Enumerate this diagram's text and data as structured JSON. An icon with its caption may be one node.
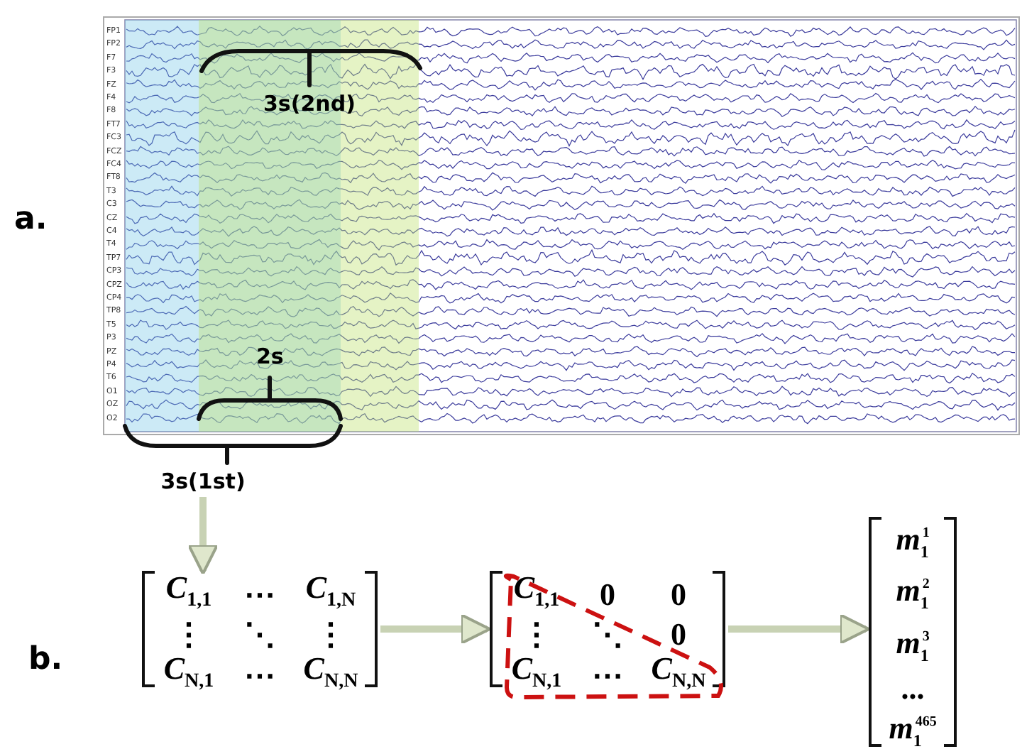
{
  "diagram": {
    "nodes": [
      {
        "text": [
          "3s(1st)"
        ]
      },
      {
        "text": [
          "*C*$_{1,1}$",
          "⋯",
          "*C*$_{1,N}$",
          "⋮",
          "⋱",
          "⋮",
          "*C*$_{N,1}$",
          "⋯",
          "*C*$_{N,N}$"
        ]
      },
      {
        "text": [
          "*C*$_{1,1}$",
          "0",
          "0",
          "⋮",
          "⋱",
          "0",
          "*C*$_{N,1}$",
          "⋯",
          "*C*$_{N,N}$"
        ]
      },
      {
        "text": [
          "*m*$_{1}$$^{1}$",
          "*m*$_{1}$$^{2}$",
          "*m*$_{1}$$^{3}$",
          "...",
          "*m*$_{1}$$^{465}$"
        ]
      }
    ],
    "edges": [
      {
        "from": 0,
        "to": 1,
        "arrow": "to"
      },
      {
        "from": 1,
        "to": 2,
        "arrow": "to"
      },
      {
        "from": 2,
        "to": 3,
        "arrow": "to"
      }
    ],
    "labels": [
      "3s(2nd)",
      "FP1",
      "FP2",
      "F7",
      "F3",
      "FZ",
      "F4",
      "F8",
      "FT7",
      "FC3",
      "FCZ",
      "FC4",
      "FT8",
      "T3",
      "C3",
      "CZ",
      "C4",
      "T4",
      "TP7",
      "CP3",
      "CPZ",
      "CP4",
      "TP8",
      "T5",
      "P3",
      "PZ",
      "P4",
      "T6",
      "O1",
      "OZ",
      "O2",
      "a.",
      "2s",
      "b."
    ]
  }
}
